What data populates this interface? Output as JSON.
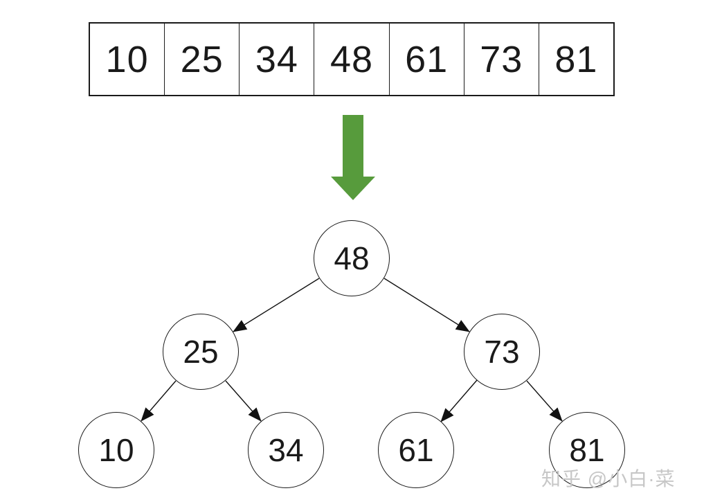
{
  "array": {
    "cells": [
      "10",
      "25",
      "34",
      "48",
      "61",
      "73",
      "81"
    ]
  },
  "transform_arrow": {
    "direction": "down",
    "color": "#579B3C"
  },
  "tree": {
    "type": "binary-search-tree",
    "nodes": [
      {
        "value": "48",
        "level": 0
      },
      {
        "value": "25",
        "level": 1
      },
      {
        "value": "73",
        "level": 1
      },
      {
        "value": "10",
        "level": 2
      },
      {
        "value": "34",
        "level": 2
      },
      {
        "value": "61",
        "level": 2
      },
      {
        "value": "81",
        "level": 2
      }
    ],
    "edges": [
      {
        "from": "48",
        "to": "25"
      },
      {
        "from": "48",
        "to": "73"
      },
      {
        "from": "25",
        "to": "10"
      },
      {
        "from": "25",
        "to": "34"
      },
      {
        "from": "73",
        "to": "61"
      },
      {
        "from": "73",
        "to": "81"
      }
    ]
  },
  "watermark": {
    "text": "知乎 @小白·菜",
    "color": "#C7C7C7"
  }
}
